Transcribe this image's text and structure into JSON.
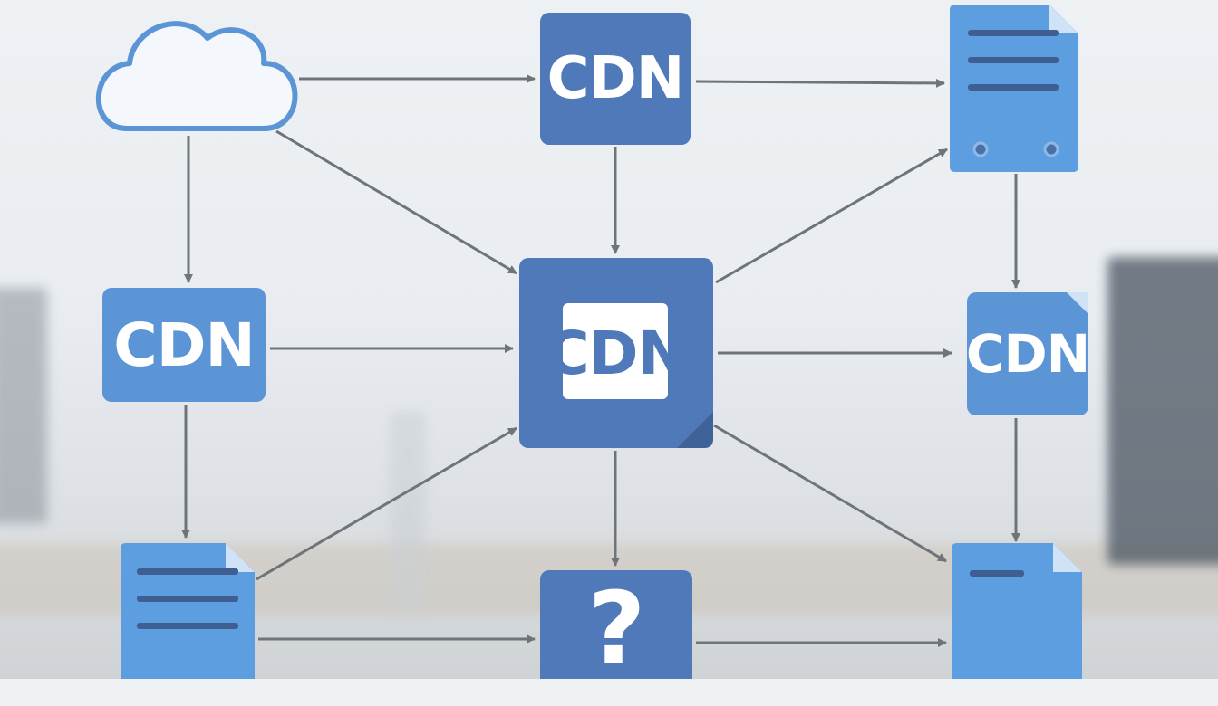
{
  "diagram": {
    "nodes": [
      {
        "id": "cloud",
        "kind": "cloud",
        "label": ""
      },
      {
        "id": "cdn-top",
        "kind": "box",
        "label": "CDN"
      },
      {
        "id": "doc-top-right",
        "kind": "document",
        "label": ""
      },
      {
        "id": "cdn-left",
        "kind": "box",
        "label": "CDN"
      },
      {
        "id": "cdn-center",
        "kind": "box",
        "label": "CDN"
      },
      {
        "id": "cdn-right",
        "kind": "box",
        "label": "CDN"
      },
      {
        "id": "doc-bottom-left",
        "kind": "document",
        "label": ""
      },
      {
        "id": "question-box",
        "kind": "box",
        "label": "?"
      },
      {
        "id": "doc-bottom-right",
        "kind": "document",
        "label": ""
      }
    ],
    "edges": [
      {
        "from": "cloud",
        "to": "cdn-top"
      },
      {
        "from": "cdn-top",
        "to": "doc-top-right"
      },
      {
        "from": "cloud",
        "to": "cdn-center"
      },
      {
        "from": "cloud",
        "to": "cdn-left"
      },
      {
        "from": "cdn-top",
        "to": "cdn-center"
      },
      {
        "from": "cdn-center",
        "to": "doc-top-right"
      },
      {
        "from": "doc-top-right",
        "to": "cdn-right"
      },
      {
        "from": "cdn-left",
        "to": "cdn-center"
      },
      {
        "from": "cdn-center",
        "to": "cdn-right"
      },
      {
        "from": "cdn-left",
        "to": "doc-bottom-left"
      },
      {
        "from": "doc-bottom-left",
        "to": "cdn-center"
      },
      {
        "from": "cdn-center",
        "to": "question-box"
      },
      {
        "from": "cdn-center",
        "to": "doc-bottom-right"
      },
      {
        "from": "doc-bottom-left",
        "to": "question-box"
      },
      {
        "from": "question-box",
        "to": "doc-bottom-right"
      },
      {
        "from": "cdn-right",
        "to": "doc-bottom-right"
      }
    ]
  },
  "colors": {
    "box_dark": "#4f79b8",
    "box_light": "#5b95d6",
    "doc_fill": "#5c9ee0",
    "arrow": "#6f7478",
    "cloud_stroke": "#5b95d6",
    "cloud_fill": "#f4f7fb"
  }
}
